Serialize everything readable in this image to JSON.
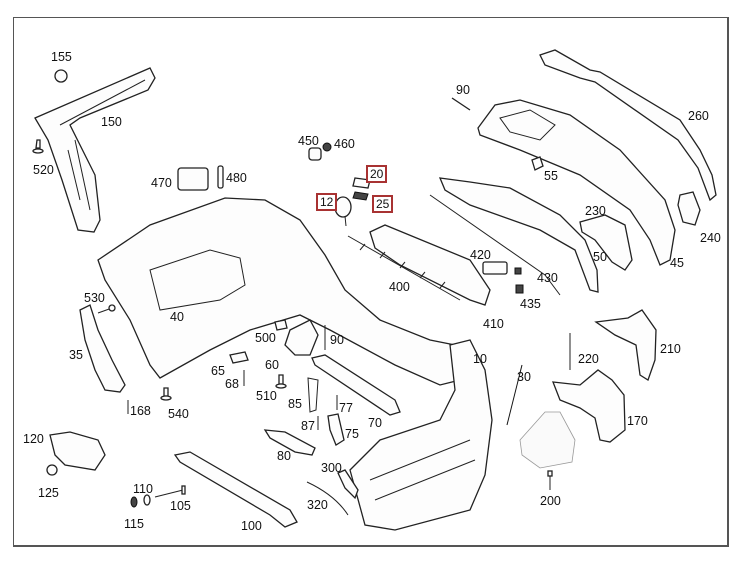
{
  "diagram": {
    "title": "Rear bumper exploded parts diagram",
    "highlight_color": "#a83232",
    "callouts": [
      {
        "id": "155",
        "highlighted": false
      },
      {
        "id": "150",
        "highlighted": false
      },
      {
        "id": "520",
        "highlighted": false
      },
      {
        "id": "470",
        "highlighted": false
      },
      {
        "id": "480",
        "highlighted": false
      },
      {
        "id": "450",
        "highlighted": false
      },
      {
        "id": "460",
        "highlighted": false
      },
      {
        "id": "20",
        "highlighted": true
      },
      {
        "id": "12",
        "highlighted": true
      },
      {
        "id": "25",
        "highlighted": true
      },
      {
        "id": "90",
        "highlighted": false
      },
      {
        "id": "260",
        "highlighted": false
      },
      {
        "id": "55",
        "highlighted": false
      },
      {
        "id": "230",
        "highlighted": false
      },
      {
        "id": "240",
        "highlighted": false
      },
      {
        "id": "50",
        "highlighted": false
      },
      {
        "id": "45",
        "highlighted": false
      },
      {
        "id": "420",
        "highlighted": false
      },
      {
        "id": "430",
        "highlighted": false
      },
      {
        "id": "435",
        "highlighted": false
      },
      {
        "id": "400",
        "highlighted": false
      },
      {
        "id": "410",
        "highlighted": false
      },
      {
        "id": "530",
        "highlighted": false
      },
      {
        "id": "40",
        "highlighted": false
      },
      {
        "id": "35",
        "highlighted": false
      },
      {
        "id": "500",
        "highlighted": false
      },
      {
        "id": "90b",
        "label": "90",
        "highlighted": false
      },
      {
        "id": "10",
        "highlighted": false
      },
      {
        "id": "65",
        "highlighted": false
      },
      {
        "id": "68",
        "highlighted": false
      },
      {
        "id": "60",
        "highlighted": false
      },
      {
        "id": "168",
        "highlighted": false
      },
      {
        "id": "540",
        "highlighted": false
      },
      {
        "id": "510",
        "highlighted": false
      },
      {
        "id": "85",
        "highlighted": false
      },
      {
        "id": "77",
        "highlighted": false
      },
      {
        "id": "87",
        "highlighted": false
      },
      {
        "id": "75",
        "highlighted": false
      },
      {
        "id": "70",
        "highlighted": false
      },
      {
        "id": "30",
        "highlighted": false
      },
      {
        "id": "220",
        "highlighted": false
      },
      {
        "id": "210",
        "highlighted": false
      },
      {
        "id": "170",
        "highlighted": false
      },
      {
        "id": "120",
        "highlighted": false
      },
      {
        "id": "125",
        "highlighted": false
      },
      {
        "id": "80",
        "highlighted": false
      },
      {
        "id": "300",
        "highlighted": false
      },
      {
        "id": "110",
        "highlighted": false
      },
      {
        "id": "105",
        "highlighted": false
      },
      {
        "id": "115",
        "highlighted": false
      },
      {
        "id": "100",
        "highlighted": false
      },
      {
        "id": "320",
        "highlighted": false
      },
      {
        "id": "200",
        "highlighted": false
      }
    ]
  }
}
